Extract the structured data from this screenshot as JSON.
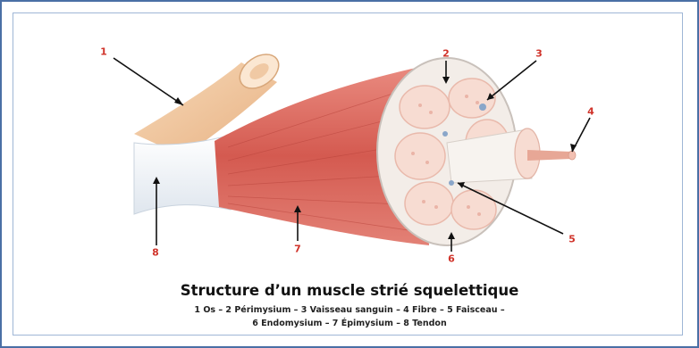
{
  "figure": {
    "title": "Structure d’un muscle strié squelettique",
    "legend_line_1": "1 Os – 2 Périmysium – 3 Vaisseau sanguin – 4 Fibre – 5 Faisceau –",
    "legend_line_2": "6 Endomysium – 7 Épimysium – 8 Tendon"
  },
  "markers": [
    "1",
    "2",
    "3",
    "4",
    "5",
    "6",
    "7",
    "8"
  ],
  "colors": {
    "marker": "#d0332a",
    "bone": "#f2c9a0",
    "muscle": "#d9645a",
    "tendon": "#eef3f8",
    "fascicle": "#f7dcd2",
    "frame": "#4a6fa5"
  }
}
